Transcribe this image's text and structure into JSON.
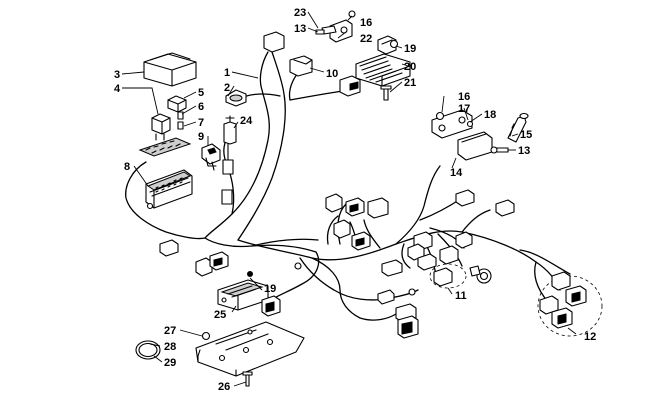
{
  "diagram": {
    "callouts": [
      {
        "id": "c1",
        "text": "1"
      },
      {
        "id": "c2",
        "text": "2"
      },
      {
        "id": "c3",
        "text": "3"
      },
      {
        "id": "c4",
        "text": "4"
      },
      {
        "id": "c5",
        "text": "5"
      },
      {
        "id": "c6",
        "text": "6"
      },
      {
        "id": "c7",
        "text": "7"
      },
      {
        "id": "c8",
        "text": "8"
      },
      {
        "id": "c9",
        "text": "9"
      },
      {
        "id": "c10",
        "text": "10"
      },
      {
        "id": "c11",
        "text": "11"
      },
      {
        "id": "c12",
        "text": "12"
      },
      {
        "id": "c13a",
        "text": "13"
      },
      {
        "id": "c13b",
        "text": "13"
      },
      {
        "id": "c14",
        "text": "14"
      },
      {
        "id": "c15",
        "text": "15"
      },
      {
        "id": "c16a",
        "text": "16"
      },
      {
        "id": "c16b",
        "text": "16"
      },
      {
        "id": "c17",
        "text": "17"
      },
      {
        "id": "c18",
        "text": "18"
      },
      {
        "id": "c19a",
        "text": "19"
      },
      {
        "id": "c19b",
        "text": "19"
      },
      {
        "id": "c20",
        "text": "20"
      },
      {
        "id": "c21",
        "text": "21"
      },
      {
        "id": "c22",
        "text": "22"
      },
      {
        "id": "c23",
        "text": "23"
      },
      {
        "id": "c24",
        "text": "24"
      },
      {
        "id": "c25",
        "text": "25"
      },
      {
        "id": "c26",
        "text": "26"
      },
      {
        "id": "c27",
        "text": "27"
      },
      {
        "id": "c28",
        "text": "28"
      },
      {
        "id": "c29",
        "text": "29"
      }
    ]
  }
}
